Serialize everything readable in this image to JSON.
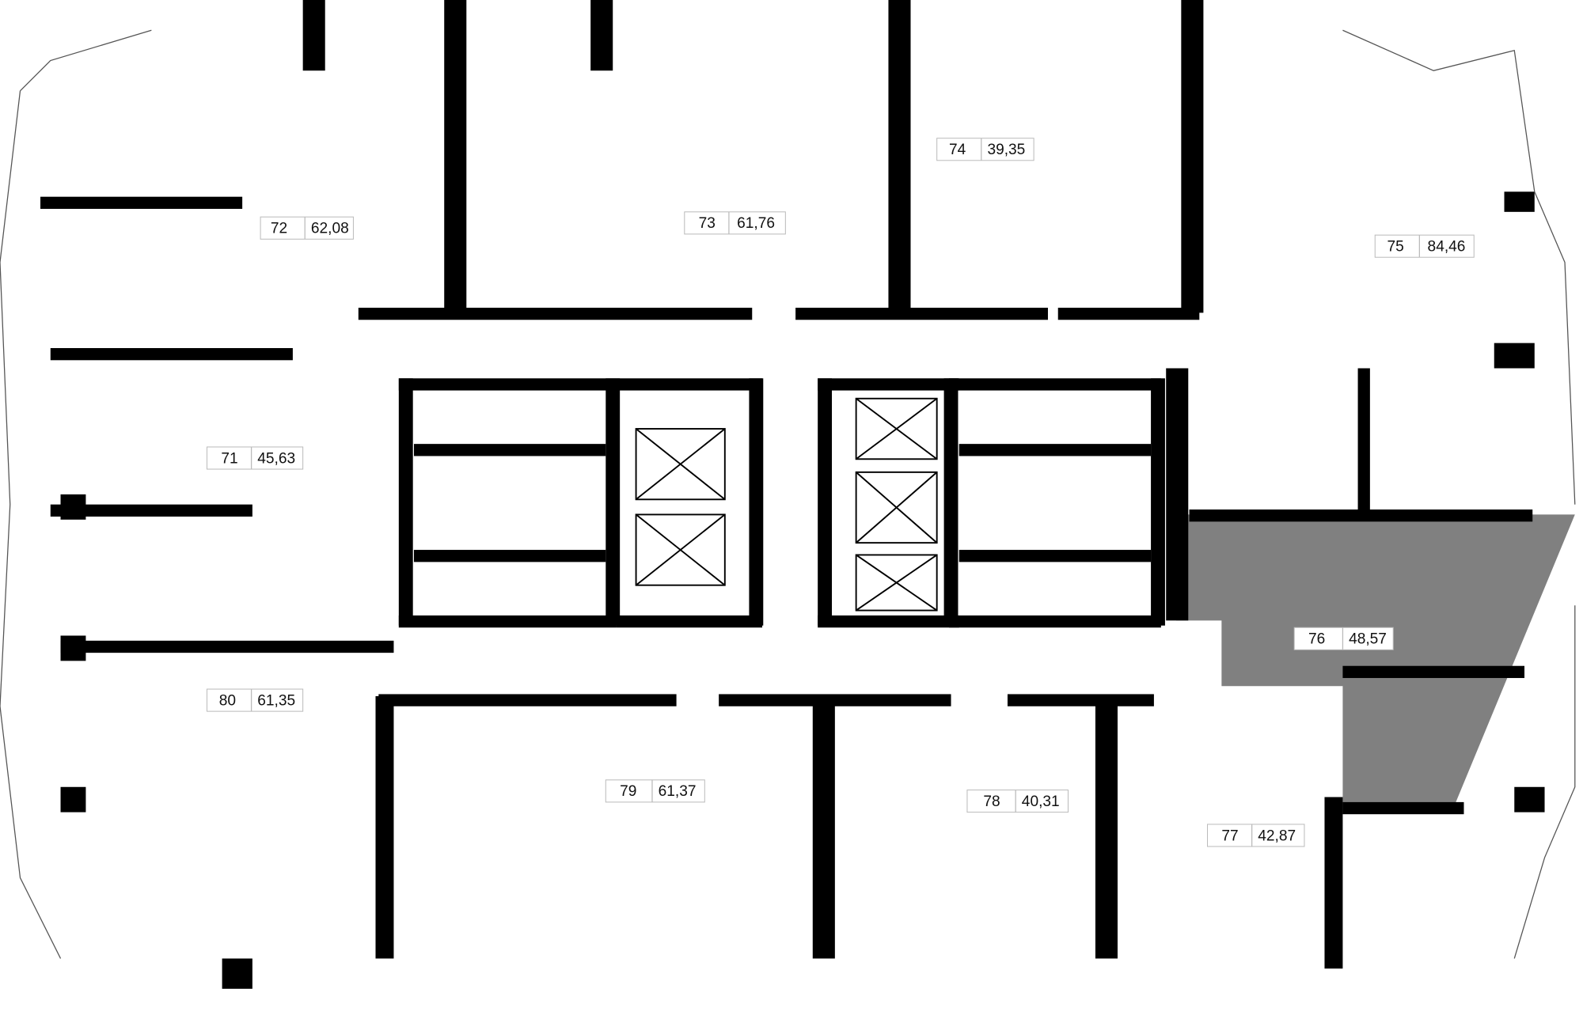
{
  "plan": {
    "title": "Floor plan",
    "highlight_color": "#808080",
    "apartments": [
      {
        "number": "72",
        "area": "62,08"
      },
      {
        "number": "73",
        "area": "61,76"
      },
      {
        "number": "74",
        "area": "39,35"
      },
      {
        "number": "75",
        "area": "84,46"
      },
      {
        "number": "71",
        "area": "45,63"
      },
      {
        "number": "76",
        "area": "48,57",
        "selected": true
      },
      {
        "number": "80",
        "area": "61,35"
      },
      {
        "number": "79",
        "area": "61,37"
      },
      {
        "number": "78",
        "area": "40,31"
      },
      {
        "number": "77",
        "area": "42,87"
      }
    ]
  }
}
